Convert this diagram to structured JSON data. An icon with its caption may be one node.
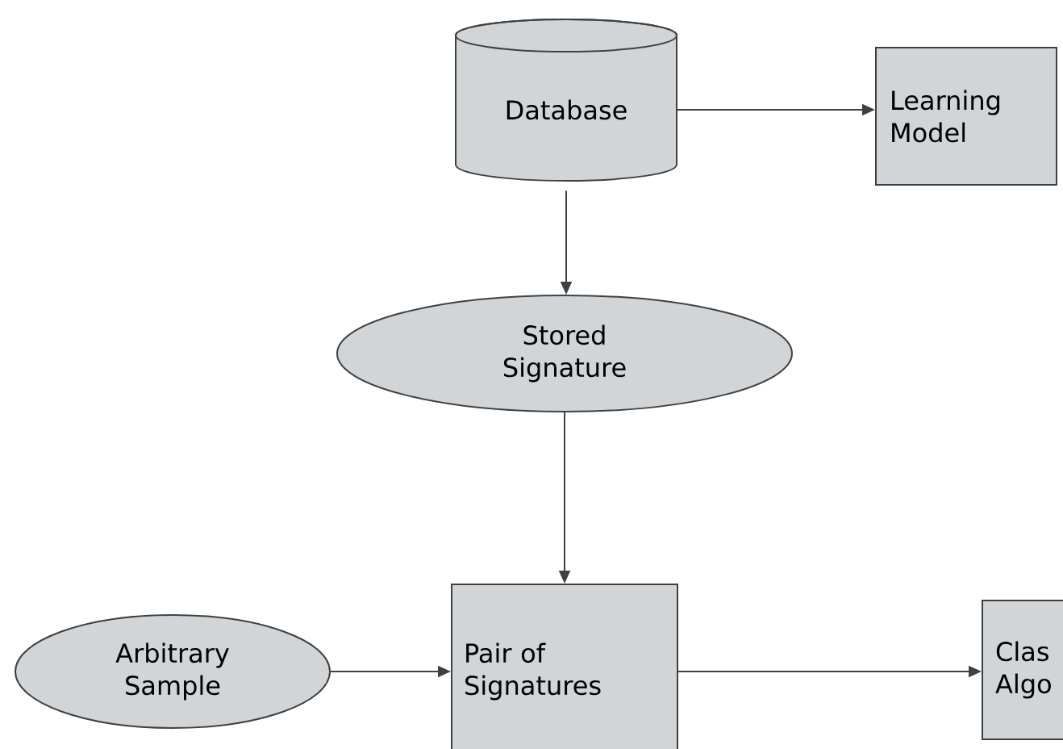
{
  "diagram": {
    "nodes": [
      {
        "text": [
          "Database"
        ]
      },
      {
        "text": [
          "Learning Model"
        ]
      },
      {
        "text": [
          "Stored Signature"
        ]
      },
      {
        "text": [
          "Arbitrary Sample"
        ]
      },
      {
        "text": [
          "Pair of Signatures"
        ]
      },
      {
        "text": [
          "Clas Algo"
        ]
      }
    ],
    "edges": [
      {
        "from": 0,
        "to": 1,
        "arrow": "to"
      },
      {
        "from": 0,
        "to": 2,
        "arrow": "to"
      },
      {
        "from": 2,
        "to": 4,
        "arrow": "to"
      },
      {
        "from": 3,
        "to": 4,
        "arrow": "to"
      },
      {
        "from": 4,
        "to": 5,
        "arrow": "to"
      }
    ]
  }
}
